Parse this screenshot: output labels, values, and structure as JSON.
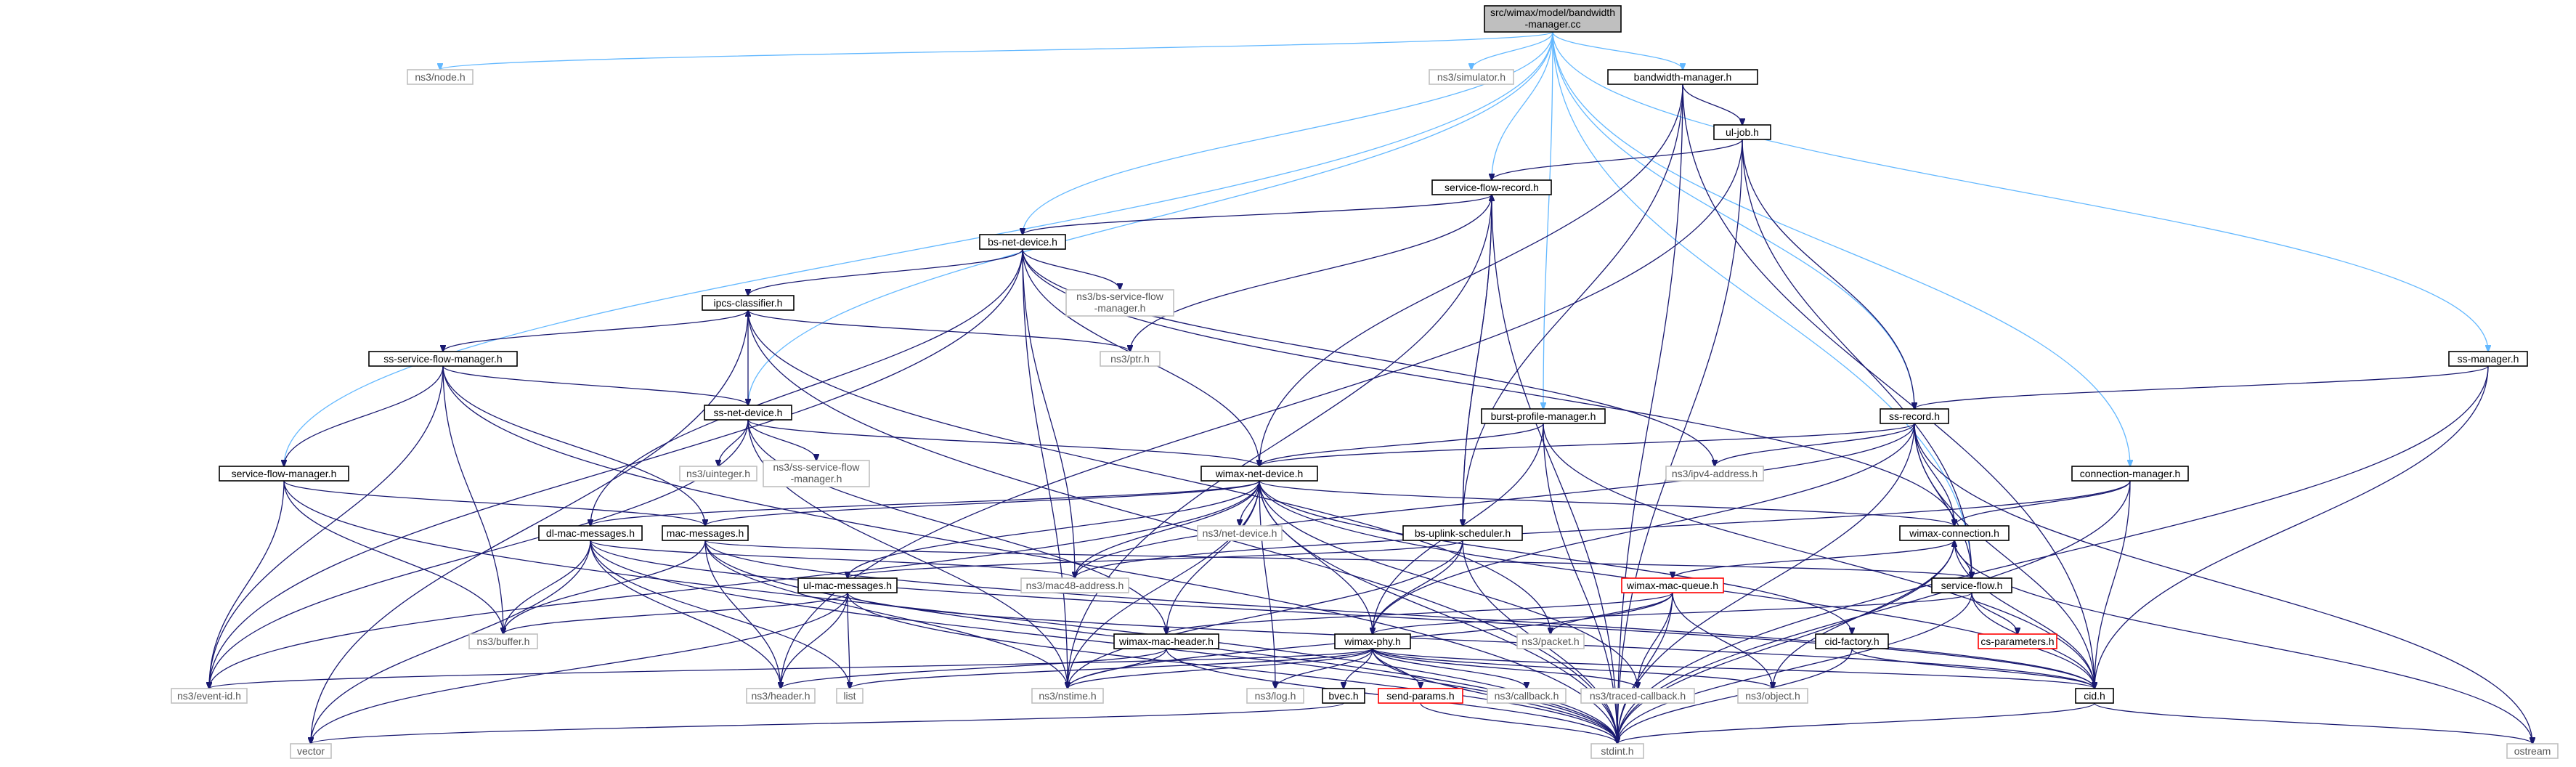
{
  "graph": {
    "nodes": [
      {
        "id": "root",
        "label": "src/wimax/model/bandwidth",
        "label2": "-manager.cc",
        "kind": "root"
      },
      {
        "id": "node_h",
        "label": "ns3/node.h",
        "kind": "system"
      },
      {
        "id": "simulator_h",
        "label": "ns3/simulator.h",
        "kind": "system"
      },
      {
        "id": "bandwidth_manager_h",
        "label": "bandwidth-manager.h",
        "kind": "local"
      },
      {
        "id": "ss_manager_h",
        "label": "ss-manager.h",
        "kind": "local"
      },
      {
        "id": "ul_job_h",
        "label": "ul-job.h",
        "kind": "local"
      },
      {
        "id": "service_flow_record_h",
        "label": "service-flow-record.h",
        "kind": "local"
      },
      {
        "id": "bs_net_device_h",
        "label": "bs-net-device.h",
        "kind": "local"
      },
      {
        "id": "ipcs_classifier_h",
        "label": "ipcs-classifier.h",
        "kind": "local"
      },
      {
        "id": "bs_service_flow_manager_h",
        "label": "ns3/bs-service-flow",
        "label2": "-manager.h",
        "kind": "system"
      },
      {
        "id": "ptr_h",
        "label": "ns3/ptr.h",
        "kind": "system"
      },
      {
        "id": "ss_service_flow_manager_h",
        "label": "ss-service-flow-manager.h",
        "kind": "local"
      },
      {
        "id": "ss_net_device_h",
        "label": "ss-net-device.h",
        "kind": "local"
      },
      {
        "id": "uinteger_h",
        "label": "ns3/uinteger.h",
        "kind": "system"
      },
      {
        "id": "ss_service_flow_manager_sys_h",
        "label": "ns3/ss-service-flow",
        "label2": "-manager.h",
        "kind": "system"
      },
      {
        "id": "burst_profile_manager_h",
        "label": "burst-profile-manager.h",
        "kind": "local"
      },
      {
        "id": "ss_record_h",
        "label": "ss-record.h",
        "kind": "local"
      },
      {
        "id": "ipv4_address_h",
        "label": "ns3/ipv4-address.h",
        "kind": "system"
      },
      {
        "id": "service_flow_manager_h",
        "label": "service-flow-manager.h",
        "kind": "local"
      },
      {
        "id": "wimax_net_device_h",
        "label": "wimax-net-device.h",
        "kind": "local"
      },
      {
        "id": "connection_manager_h",
        "label": "connection-manager.h",
        "kind": "local"
      },
      {
        "id": "dl_mac_messages_h",
        "label": "dl-mac-messages.h",
        "kind": "local"
      },
      {
        "id": "mac_messages_h",
        "label": "mac-messages.h",
        "kind": "local"
      },
      {
        "id": "net_device_h",
        "label": "ns3/net-device.h",
        "kind": "system"
      },
      {
        "id": "bs_uplink_scheduler_h",
        "label": "bs-uplink-scheduler.h",
        "kind": "local"
      },
      {
        "id": "wimax_connection_h",
        "label": "wimax-connection.h",
        "kind": "local"
      },
      {
        "id": "mac48_address_h",
        "label": "ns3/mac48-address.h",
        "kind": "system"
      },
      {
        "id": "wimax_mac_queue_h",
        "label": "wimax-mac-queue.h",
        "kind": "missing"
      },
      {
        "id": "ul_mac_messages_h",
        "label": "ul-mac-messages.h",
        "kind": "local"
      },
      {
        "id": "service_flow_h",
        "label": "service-flow.h",
        "kind": "local"
      },
      {
        "id": "buffer_h",
        "label": "ns3/buffer.h",
        "kind": "system"
      },
      {
        "id": "wimax_mac_header_h",
        "label": "wimax-mac-header.h",
        "kind": "local"
      },
      {
        "id": "wimax_phy_h",
        "label": "wimax-phy.h",
        "kind": "local"
      },
      {
        "id": "packet_h",
        "label": "ns3/packet.h",
        "kind": "system"
      },
      {
        "id": "cid_factory_h",
        "label": "cid-factory.h",
        "kind": "local"
      },
      {
        "id": "cs_parameters_h",
        "label": "cs-parameters.h",
        "kind": "missing"
      },
      {
        "id": "event_id_h",
        "label": "ns3/event-id.h",
        "kind": "system"
      },
      {
        "id": "header_h",
        "label": "ns3/header.h",
        "kind": "system"
      },
      {
        "id": "list",
        "label": "list",
        "kind": "system"
      },
      {
        "id": "nstime_h",
        "label": "ns3/nstime.h",
        "kind": "system"
      },
      {
        "id": "log_h",
        "label": "ns3/log.h",
        "kind": "system"
      },
      {
        "id": "bvec_h",
        "label": "bvec.h",
        "kind": "local"
      },
      {
        "id": "send_params_h",
        "label": "send-params.h",
        "kind": "missing"
      },
      {
        "id": "callback_h",
        "label": "ns3/callback.h",
        "kind": "system"
      },
      {
        "id": "traced_callback_h",
        "label": "ns3/traced-callback.h",
        "kind": "system"
      },
      {
        "id": "object_h",
        "label": "ns3/object.h",
        "kind": "system"
      },
      {
        "id": "cid_h",
        "label": "cid.h",
        "kind": "local"
      },
      {
        "id": "vector",
        "label": "vector",
        "kind": "system"
      },
      {
        "id": "stdint_h",
        "label": "stdint.h",
        "kind": "system"
      },
      {
        "id": "ostream",
        "label": "ostream",
        "kind": "system"
      }
    ],
    "edges": [
      [
        "root",
        "node_h"
      ],
      [
        "root",
        "simulator_h"
      ],
      [
        "root",
        "bandwidth_manager_h"
      ],
      [
        "root",
        "ss_manager_h"
      ],
      [
        "root",
        "service_flow_record_h"
      ],
      [
        "root",
        "bs_net_device_h"
      ],
      [
        "root",
        "ss_net_device_h"
      ],
      [
        "root",
        "burst_profile_manager_h"
      ],
      [
        "root",
        "ss_record_h"
      ],
      [
        "root",
        "service_flow_manager_h"
      ],
      [
        "root",
        "connection_manager_h"
      ],
      [
        "root",
        "service_flow_h"
      ],
      [
        "bandwidth_manager_h",
        "ul_job_h"
      ],
      [
        "bandwidth_manager_h",
        "wimax_net_device_h"
      ],
      [
        "bandwidth_manager_h",
        "bs_uplink_scheduler_h"
      ],
      [
        "bandwidth_manager_h",
        "cid_h"
      ],
      [
        "bandwidth_manager_h",
        "stdint_h"
      ],
      [
        "ul_job_h",
        "service_flow_record_h"
      ],
      [
        "ul_job_h",
        "ss_record_h"
      ],
      [
        "ul_job_h",
        "service_flow_h"
      ],
      [
        "ul_job_h",
        "header_h"
      ],
      [
        "ul_job_h",
        "stdint_h"
      ],
      [
        "service_flow_record_h",
        "bs_net_device_h"
      ],
      [
        "service_flow_record_h",
        "ptr_h"
      ],
      [
        "service_flow_record_h",
        "nstime_h"
      ],
      [
        "service_flow_record_h",
        "bs_uplink_scheduler_h"
      ],
      [
        "service_flow_record_h",
        "stdint_h"
      ],
      [
        "bs_net_device_h",
        "ipcs_classifier_h"
      ],
      [
        "bs_net_device_h",
        "bs_service_flow_manager_h"
      ],
      [
        "bs_net_device_h",
        "wimax_net_device_h"
      ],
      [
        "bs_net_device_h",
        "dl_mac_messages_h"
      ],
      [
        "bs_net_device_h",
        "mac48_address_h"
      ],
      [
        "bs_net_device_h",
        "ipv4_address_h"
      ],
      [
        "bs_net_device_h",
        "event_id_h"
      ],
      [
        "bs_net_device_h",
        "nstime_h"
      ],
      [
        "bs_net_device_h",
        "wimax_connection_h"
      ],
      [
        "ipcs_classifier_h",
        "ss_service_flow_manager_h"
      ],
      [
        "ipcs_classifier_h",
        "ptr_h"
      ],
      [
        "ipcs_classifier_h",
        "vector"
      ],
      [
        "ipcs_classifier_h",
        "stdint_h"
      ],
      [
        "ipcs_classifier_h",
        "packet_h"
      ],
      [
        "ss_service_flow_manager_h",
        "ss_net_device_h"
      ],
      [
        "ss_service_flow_manager_h",
        "service_flow_manager_h"
      ],
      [
        "ss_service_flow_manager_h",
        "mac_messages_h"
      ],
      [
        "ss_service_flow_manager_h",
        "buffer_h"
      ],
      [
        "ss_service_flow_manager_h",
        "event_id_h"
      ],
      [
        "ss_service_flow_manager_h",
        "stdint_h"
      ],
      [
        "ss_net_device_h",
        "ipcs_classifier_h"
      ],
      [
        "ss_net_device_h",
        "uinteger_h"
      ],
      [
        "ss_net_device_h",
        "ss_service_flow_manager_sys_h"
      ],
      [
        "ss_net_device_h",
        "wimax_net_device_h"
      ],
      [
        "ss_net_device_h",
        "event_id_h"
      ],
      [
        "ss_net_device_h",
        "nstime_h"
      ],
      [
        "ss_net_device_h",
        "wimax_mac_header_h"
      ],
      [
        "ss_manager_h",
        "ss_record_h"
      ],
      [
        "ss_manager_h",
        "cid_h"
      ],
      [
        "ss_manager_h",
        "stdint_h"
      ],
      [
        "burst_profile_manager_h",
        "wimax_net_device_h"
      ],
      [
        "burst_profile_manager_h",
        "wimax_phy_h"
      ],
      [
        "burst_profile_manager_h",
        "cid_h"
      ],
      [
        "burst_profile_manager_h",
        "stdint_h"
      ],
      [
        "ss_record_h",
        "wimax_net_device_h"
      ],
      [
        "ss_record_h",
        "ipv4_address_h"
      ],
      [
        "ss_record_h",
        "mac48_address_h"
      ],
      [
        "ss_record_h",
        "wimax_connection_h"
      ],
      [
        "ss_record_h",
        "service_flow_h"
      ],
      [
        "ss_record_h",
        "wimax_phy_h"
      ],
      [
        "ss_record_h",
        "cid_h"
      ],
      [
        "ss_record_h",
        "stdint_h"
      ],
      [
        "ss_record_h",
        "ostream"
      ],
      [
        "service_flow_manager_h",
        "mac_messages_h"
      ],
      [
        "service_flow_manager_h",
        "buffer_h"
      ],
      [
        "service_flow_manager_h",
        "event_id_h"
      ],
      [
        "service_flow_manager_h",
        "stdint_h"
      ],
      [
        "wimax_net_device_h",
        "dl_mac_messages_h"
      ],
      [
        "wimax_net_device_h",
        "mac_messages_h"
      ],
      [
        "wimax_net_device_h",
        "net_device_h"
      ],
      [
        "wimax_net_device_h",
        "mac48_address_h"
      ],
      [
        "wimax_net_device_h",
        "wimax_connection_h"
      ],
      [
        "wimax_net_device_h",
        "ul_mac_messages_h"
      ],
      [
        "wimax_net_device_h",
        "wimax_mac_header_h"
      ],
      [
        "wimax_net_device_h",
        "wimax_phy_h"
      ],
      [
        "wimax_net_device_h",
        "cid_factory_h"
      ],
      [
        "wimax_net_device_h",
        "event_id_h"
      ],
      [
        "wimax_net_device_h",
        "nstime_h"
      ],
      [
        "wimax_net_device_h",
        "log_h"
      ],
      [
        "wimax_net_device_h",
        "traced_callback_h"
      ],
      [
        "wimax_net_device_h",
        "cid_h"
      ],
      [
        "wimax_net_device_h",
        "stdint_h"
      ],
      [
        "connection_manager_h",
        "wimax_connection_h"
      ],
      [
        "connection_manager_h",
        "mac48_address_h"
      ],
      [
        "connection_manager_h",
        "cid_h"
      ],
      [
        "connection_manager_h",
        "stdint_h"
      ],
      [
        "dl_mac_messages_h",
        "mac48_address_h"
      ],
      [
        "dl_mac_messages_h",
        "buffer_h"
      ],
      [
        "dl_mac_messages_h",
        "header_h"
      ],
      [
        "dl_mac_messages_h",
        "list"
      ],
      [
        "dl_mac_messages_h",
        "vector"
      ],
      [
        "dl_mac_messages_h",
        "stdint_h"
      ],
      [
        "dl_mac_messages_h",
        "cid_h"
      ],
      [
        "mac_messages_h",
        "service_flow_h"
      ],
      [
        "mac_messages_h",
        "buffer_h"
      ],
      [
        "mac_messages_h",
        "header_h"
      ],
      [
        "mac_messages_h",
        "nstime_h"
      ],
      [
        "mac_messages_h",
        "cid_h"
      ],
      [
        "mac_messages_h",
        "stdint_h"
      ],
      [
        "bs_uplink_scheduler_h",
        "service_flow_record_h"
      ],
      [
        "bs_uplink_scheduler_h",
        "ul_mac_messages_h"
      ],
      [
        "bs_uplink_scheduler_h",
        "wimax_phy_h"
      ],
      [
        "bs_uplink_scheduler_h",
        "nstime_h"
      ],
      [
        "bs_uplink_scheduler_h",
        "stdint_h"
      ],
      [
        "wimax_connection_h",
        "wimax_mac_queue_h"
      ],
      [
        "wimax_connection_h",
        "service_flow_h"
      ],
      [
        "wimax_connection_h",
        "object_h"
      ],
      [
        "wimax_connection_h",
        "cid_h"
      ],
      [
        "wimax_connection_h",
        "stdint_h"
      ],
      [
        "wimax_connection_h",
        "ostream"
      ],
      [
        "wimax_mac_queue_h",
        "packet_h"
      ],
      [
        "wimax_mac_queue_h",
        "wimax_mac_header_h"
      ],
      [
        "wimax_mac_queue_h",
        "object_h"
      ],
      [
        "wimax_mac_queue_h",
        "traced_callback_h"
      ],
      [
        "wimax_mac_queue_h",
        "nstime_h"
      ],
      [
        "wimax_mac_queue_h",
        "stdint_h"
      ],
      [
        "ul_mac_messages_h",
        "buffer_h"
      ],
      [
        "ul_mac_messages_h",
        "header_h"
      ],
      [
        "ul_mac_messages_h",
        "list"
      ],
      [
        "ul_mac_messages_h",
        "vector"
      ],
      [
        "ul_mac_messages_h",
        "stdint_h"
      ],
      [
        "ul_mac_messages_h",
        "cid_h"
      ],
      [
        "service_flow_h",
        "wimax_connection_h"
      ],
      [
        "service_flow_h",
        "cs_parameters_h"
      ],
      [
        "service_flow_h",
        "wimax_phy_h"
      ],
      [
        "service_flow_h",
        "cid_h"
      ],
      [
        "service_flow_h",
        "stdint_h"
      ],
      [
        "wimax_mac_header_h",
        "header_h"
      ],
      [
        "wimax_mac_header_h",
        "nstime_h"
      ],
      [
        "wimax_mac_header_h",
        "stdint_h"
      ],
      [
        "wimax_phy_h",
        "event_id_h"
      ],
      [
        "wimax_phy_h",
        "list"
      ],
      [
        "wimax_phy_h",
        "nstime_h"
      ],
      [
        "wimax_phy_h",
        "log_h"
      ],
      [
        "wimax_phy_h",
        "bvec_h"
      ],
      [
        "wimax_phy_h",
        "send_params_h"
      ],
      [
        "wimax_phy_h",
        "callback_h"
      ],
      [
        "wimax_phy_h",
        "traced_callback_h"
      ],
      [
        "wimax_phy_h",
        "object_h"
      ],
      [
        "wimax_phy_h",
        "cid_h"
      ],
      [
        "wimax_phy_h",
        "stdint_h"
      ],
      [
        "cid_factory_h",
        "cid_h"
      ],
      [
        "cid_factory_h",
        "stdint_h"
      ],
      [
        "bvec_h",
        "vector"
      ],
      [
        "send_params_h",
        "stdint_h"
      ],
      [
        "cid_h",
        "stdint_h"
      ],
      [
        "cid_h",
        "ostream"
      ]
    ]
  }
}
